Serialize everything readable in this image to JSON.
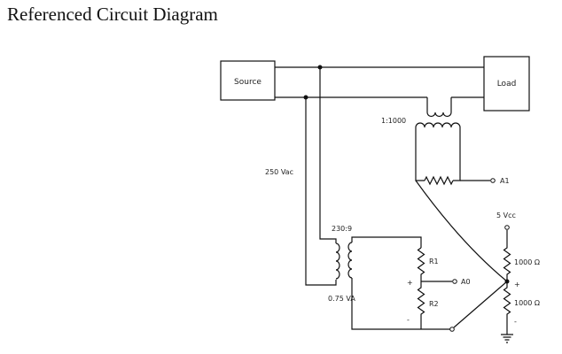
{
  "page": {
    "title": "Referenced Circuit Diagram"
  },
  "diagram": {
    "blocks": {
      "source": "Source",
      "load": "Load"
    },
    "labels": {
      "ct_ratio": "1:1000",
      "mains_voltage": "250 Vac",
      "pt_ratio": "230:9",
      "pt_rating": "0.75 VA",
      "r1": "R1",
      "r2": "R2",
      "a0": "A0",
      "a1": "A1",
      "vcc": "5 Vcc",
      "r_top": "1000 Ω",
      "r_bottom": "1000 Ω",
      "plus_left": "+",
      "minus_left": "-",
      "plus_right": "+",
      "minus_right": "-"
    }
  }
}
